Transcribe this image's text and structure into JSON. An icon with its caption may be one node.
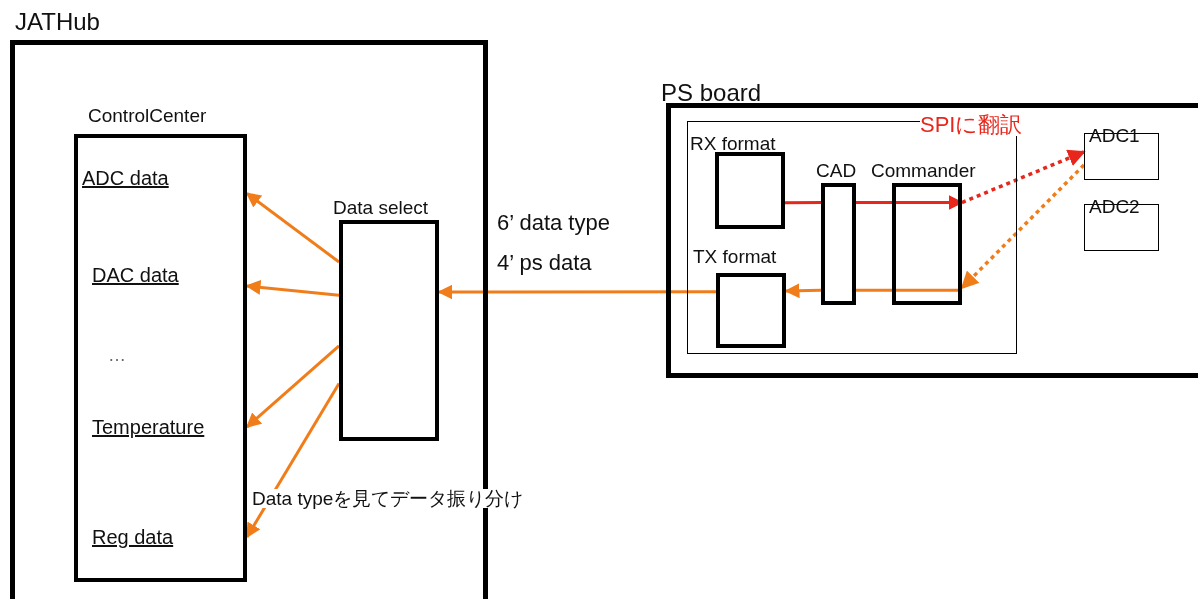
{
  "diagram": {
    "nodes": [
      {
        "text": [
          "JATHub"
        ]
      },
      {
        "text": [
          "ControlCenter"
        ],
        "in": 0
      },
      {
        "text": [
          "ADC data"
        ],
        "in": 1
      },
      {
        "text": [
          "DAC data"
        ],
        "in": 1
      },
      {
        "text": [
          "Temperature"
        ],
        "in": 1
      },
      {
        "text": [
          "Reg data"
        ],
        "in": 1
      },
      {
        "text": [
          "Data select"
        ],
        "in": 0
      },
      {
        "text": [
          "PS board"
        ]
      },
      {
        "text": [],
        "shape": "box",
        "in": 7
      },
      {
        "text": [
          "RX format"
        ],
        "in": 8
      },
      {
        "text": [
          "TX format"
        ],
        "in": 8
      },
      {
        "text": [
          "CAD"
        ],
        "in": 8
      },
      {
        "text": [
          "Commander"
        ],
        "in": 8
      },
      {
        "text": [
          "ADC1"
        ],
        "in": 7
      },
      {
        "text": [
          "ADC2"
        ],
        "in": 7
      }
    ],
    "edges": [
      {
        "from": 6,
        "to": 2,
        "arrow": "to"
      },
      {
        "from": 6,
        "to": 3,
        "arrow": "to"
      },
      {
        "from": 6,
        "to": 4,
        "arrow": "to"
      },
      {
        "from": 6,
        "to": 5,
        "arrow": "to"
      },
      {
        "from": 10,
        "to": 6,
        "arrow": "to"
      },
      {
        "from": 9,
        "to": 11,
        "arrow": "none",
        "color": "#e8261b"
      },
      {
        "from": 11,
        "to": 12,
        "arrow": "to",
        "color": "#e8261b"
      },
      {
        "from": 12,
        "to": 13,
        "arrow": "to",
        "style": "dashed",
        "color": "#e8261b"
      },
      {
        "from": 13,
        "to": 12,
        "arrow": "to",
        "style": "dashed"
      },
      {
        "from": 12,
        "to": 11,
        "arrow": "none"
      },
      {
        "from": 11,
        "to": 10,
        "arrow": "to"
      }
    ],
    "labels": [
      "SPIに翻訳",
      "6’ data type",
      "4’ ps data",
      "…",
      "Data typeを見てデータ振り分け"
    ]
  }
}
